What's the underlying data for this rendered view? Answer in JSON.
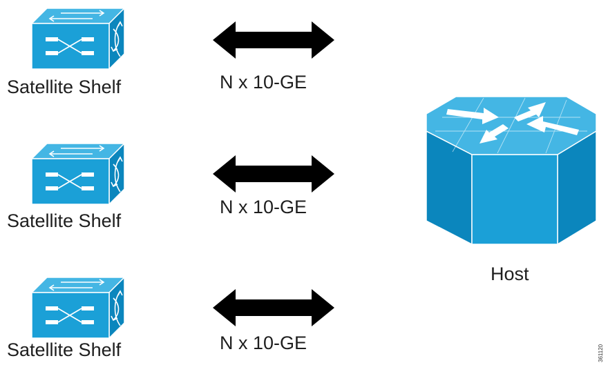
{
  "diagram": {
    "satellites": [
      {
        "label": "Satellite Shelf",
        "link_label": "N x 10-GE",
        "icon": "switch-icon"
      },
      {
        "label": "Satellite Shelf",
        "link_label": "N x 10-GE",
        "icon": "switch-icon"
      },
      {
        "label": "Satellite Shelf",
        "link_label": "N x 10-GE",
        "icon": "switch-icon"
      }
    ],
    "host": {
      "label": "Host",
      "icon": "router-icon"
    },
    "figure_id": "361120",
    "colors": {
      "device": "#1ba0d7",
      "device_dark": "#0b86bd",
      "device_light": "#44b6e4",
      "arrow": "#000000",
      "outline": "#ffffff"
    }
  }
}
